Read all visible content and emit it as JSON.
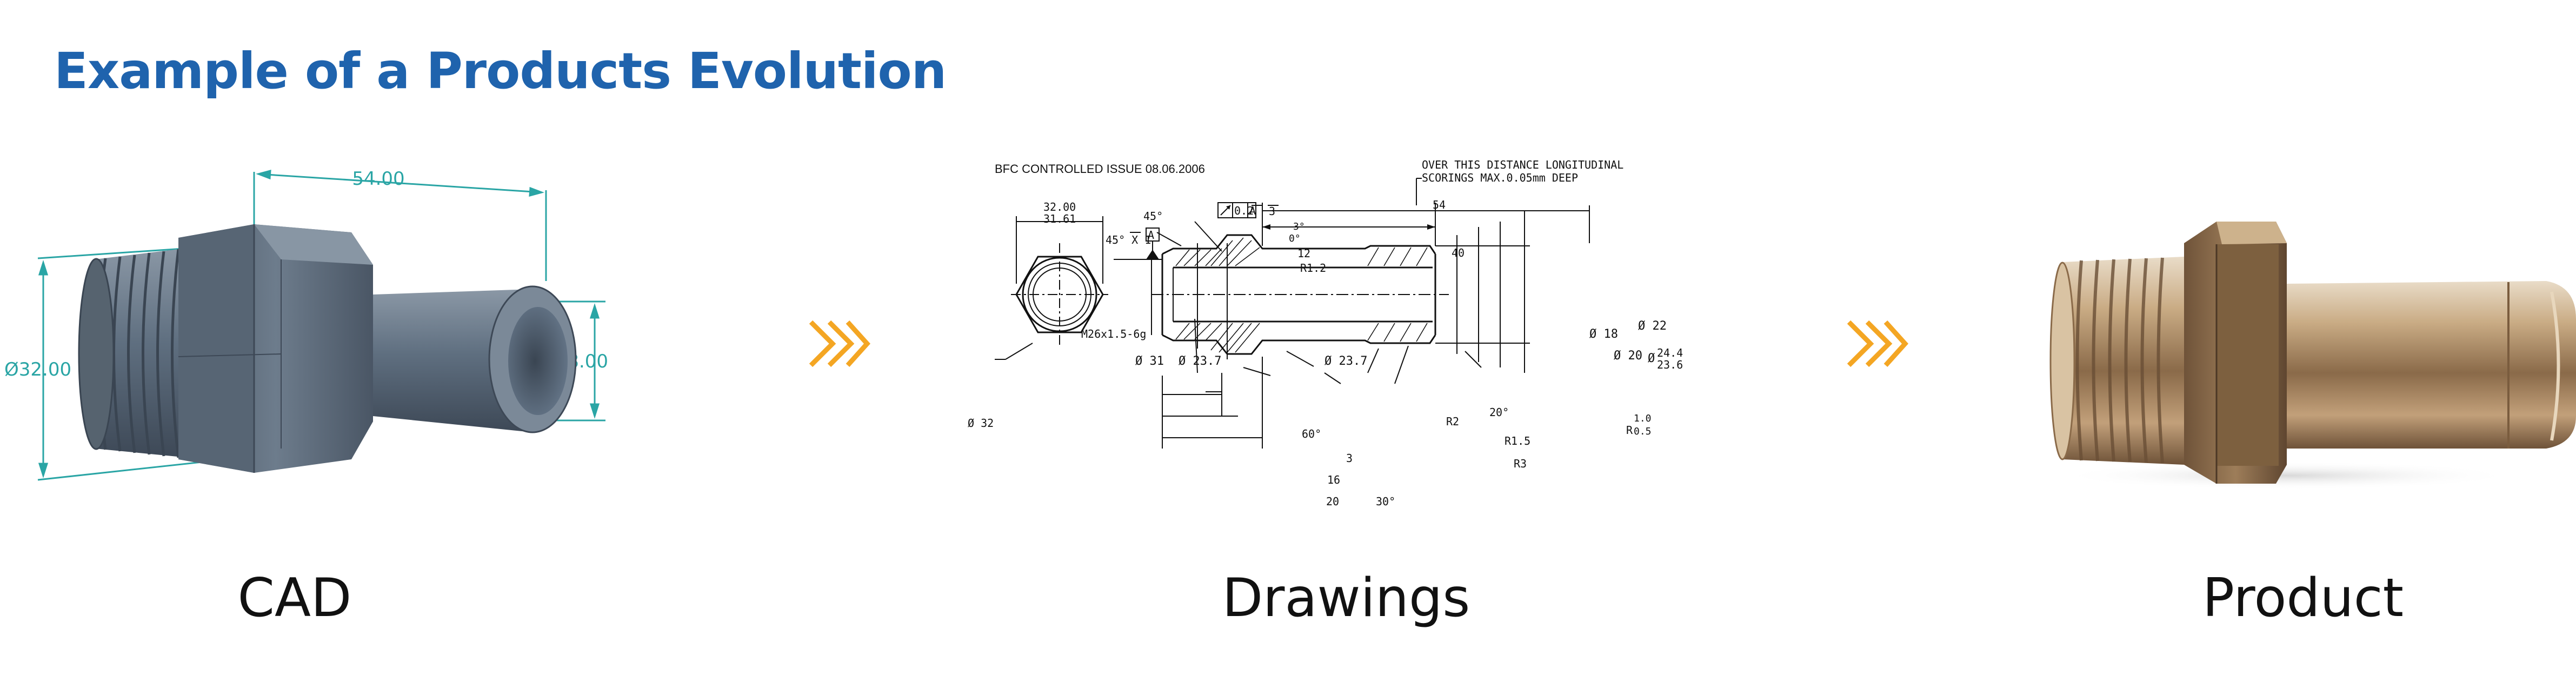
{
  "title": "Example of a Products Evolution",
  "colors": {
    "title": "#1f63ad",
    "dimension": "#2aa5a5",
    "chevron": "#f4a623",
    "cad_body": "#5f6f80",
    "brass": "#c9ab84"
  },
  "stages": [
    {
      "label": "CAD"
    },
    {
      "label": "Drawings"
    },
    {
      "label": "Product"
    }
  ],
  "cad": {
    "dim_length": "54.00",
    "dim_thread_dia": "Ø32.00",
    "dim_tail_dia": "Ø18.00"
  },
  "drawing": {
    "issue_note": "BFC CONTROLLED ISSUE 08.06.2006",
    "scoring_note_1": "OVER THIS DISTANCE LONGITUDINAL",
    "scoring_note_2": "SCORINGS MAX.0.05mm DEEP",
    "hex_dim_1": "32.00",
    "hex_dim_2": "31.61",
    "hex_dia": "Ø 32",
    "angle_45": "45°",
    "chamfer": "45° X 1",
    "datum_a": "A",
    "tolerance_value": "0.2",
    "tolerance_datum": "A",
    "angle_3": "3°",
    "angle_0": "0°",
    "dim_3": "3",
    "dim_54": "54",
    "dim_12": "12",
    "dim_40": "40",
    "radius_12": "R1.2",
    "thread": "M26x1.5-6g",
    "dia_31": "Ø 31",
    "dia_23_7_a": "Ø 23.7",
    "dia_23_7_b": "Ø 23.7",
    "dia_18": "Ø 18",
    "dia_20": "Ø 20",
    "dia_22": "Ø 22",
    "dim_24_4": "24.4",
    "dim_23_6": "23.6",
    "dia_symbol": "Ø",
    "angle_60": "60°",
    "dim_3_b": "3",
    "dim_16": "16",
    "dim_20": "20",
    "angle_30": "30°",
    "radius_2": "R2",
    "angle_20": "20°",
    "radius_15": "R1.5",
    "radius_3": "R3",
    "radius_label": "R",
    "radius_1_0": "1.0",
    "radius_0_5": "0.5"
  },
  "icons": [
    "double-chevron-right-icon",
    "flatness-tolerance-icon"
  ]
}
